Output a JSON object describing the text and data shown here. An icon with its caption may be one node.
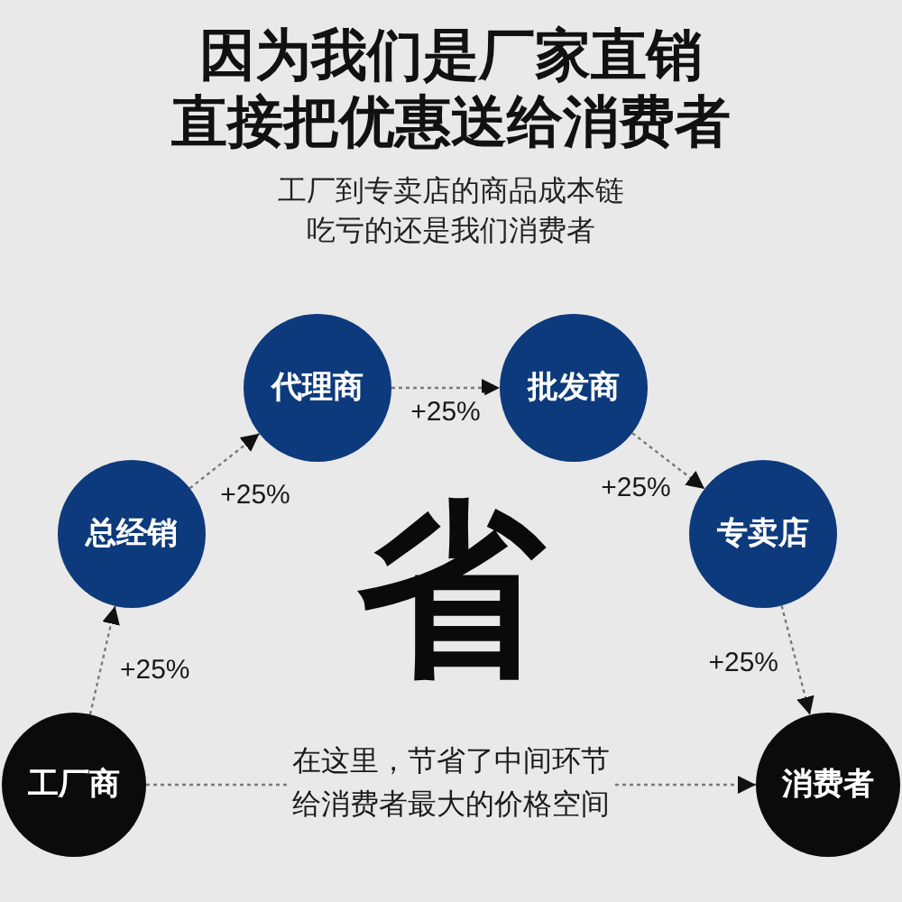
{
  "diagram": {
    "title": "因为我们是厂家直销直接把优惠送给消费者",
    "nodes": [
      {
        "text": [
          "代理商"
        ]
      },
      {
        "text": [
          "批发商"
        ]
      },
      {
        "text": [
          "总经销"
        ]
      },
      {
        "text": [
          "专卖店"
        ]
      },
      {
        "text": [
          "工厂商"
        ]
      },
      {
        "text": [
          "消费者"
        ]
      }
    ],
    "edges": [
      {
        "from": 4,
        "to": 2,
        "arrow": "to",
        "label": "+25%"
      },
      {
        "from": 2,
        "to": 0,
        "arrow": "to",
        "label": "+25%"
      },
      {
        "from": 0,
        "to": 1,
        "arrow": "to",
        "label": "+25%"
      },
      {
        "from": 1,
        "to": 3,
        "arrow": "to",
        "label": "+25%"
      },
      {
        "from": 3,
        "to": 5,
        "arrow": "to",
        "label": "+25%"
      },
      {
        "from": 4,
        "to": 5,
        "arrow": "to",
        "label": "在这里，节省了中间环节给消费者最大的价格空间"
      }
    ],
    "labels": [
      "工厂到专卖店的商品成本链吃亏的还是我们消费者",
      "省"
    ]
  }
}
